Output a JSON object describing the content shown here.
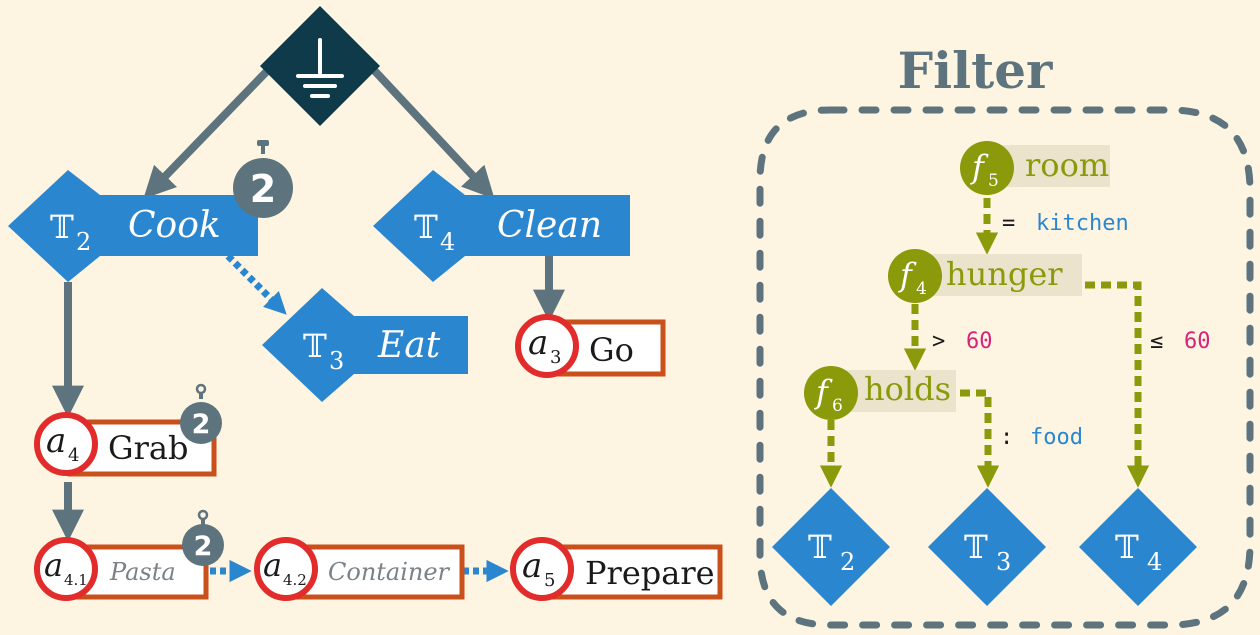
{
  "colors": {
    "background": "#fdf5e1",
    "task_blue": "#2b86d0",
    "action_red": "#e22b2b",
    "action_orange": "#c9501b",
    "edge_gray": "#5d737e",
    "root_dark": "#0e3a4a",
    "filter_green": "#8a9a0a",
    "feature_bg": "#ebe3cc",
    "value_blue": "#2b86d0",
    "value_pink": "#d6247b"
  },
  "root": {
    "icon": "ground-symbol"
  },
  "tasks": {
    "t2": {
      "symbol": "𝕋",
      "sub": "2",
      "label": "Cook",
      "timer": "2"
    },
    "t3": {
      "symbol": "𝕋",
      "sub": "3",
      "label": "Eat"
    },
    "t4": {
      "symbol": "𝕋",
      "sub": "4",
      "label": "Clean"
    }
  },
  "actions": {
    "a3": {
      "letter": "a",
      "sub": "3",
      "label": "Go"
    },
    "a4": {
      "letter": "a",
      "sub": "4",
      "label": "Grab",
      "timer": "2"
    },
    "a41": {
      "letter": "a",
      "sub": "4.1",
      "label": "Pasta",
      "timer": "2"
    },
    "a42": {
      "letter": "a",
      "sub": "4.2",
      "label": "Container"
    },
    "a5": {
      "letter": "a",
      "sub": "5",
      "label": "Prepare"
    }
  },
  "filter": {
    "title": "Filter",
    "features": {
      "f5": {
        "letter": "f",
        "sub": "5",
        "label": "room"
      },
      "f4": {
        "letter": "f",
        "sub": "4",
        "label": "hunger"
      },
      "f6": {
        "letter": "f",
        "sub": "6",
        "label": "holds"
      }
    },
    "conditions": {
      "kitchen": {
        "op": "=",
        "value": "kitchen"
      },
      "gt60": {
        "op": ">",
        "value": "60"
      },
      "le60": {
        "op": "≤",
        "value": "60"
      },
      "food": {
        "op": ":",
        "value": "food"
      }
    },
    "leaves": [
      {
        "symbol": "𝕋",
        "sub": "2"
      },
      {
        "symbol": "𝕋",
        "sub": "3"
      },
      {
        "symbol": "𝕋",
        "sub": "4"
      }
    ]
  }
}
